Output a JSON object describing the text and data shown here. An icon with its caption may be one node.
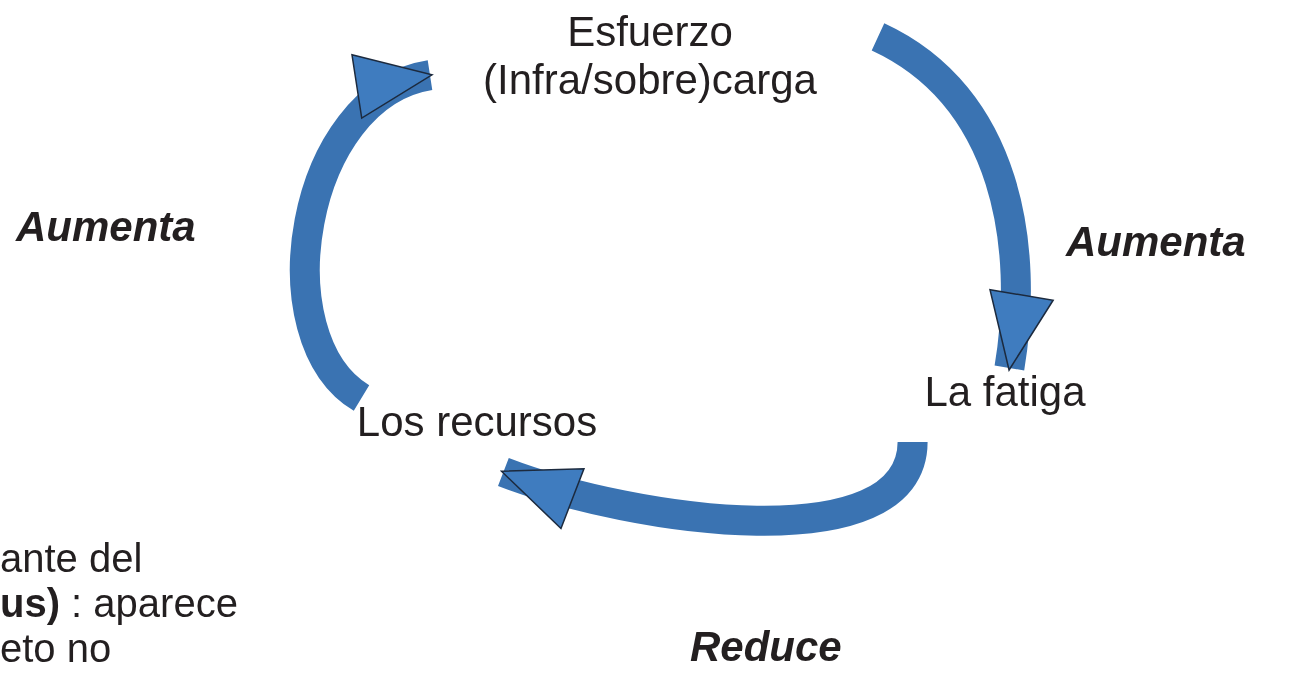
{
  "diagram": {
    "nodes": [
      {
        "text": [
          "Esfuerzo",
          "(Infra/sobre)carga"
        ]
      },
      {
        "text": [
          "La fatiga"
        ]
      },
      {
        "text": [
          "Los recursos"
        ]
      }
    ],
    "edges": [
      {
        "from": 0,
        "to": 1,
        "arrow": "to",
        "label": "Aumenta"
      },
      {
        "from": 1,
        "to": 2,
        "arrow": "to",
        "label": "Reduce"
      },
      {
        "from": 2,
        "to": 0,
        "arrow": "to",
        "label": "Aumenta"
      }
    ],
    "labels": [
      "ante del",
      "**us)** : aparece",
      "eto no"
    ]
  }
}
